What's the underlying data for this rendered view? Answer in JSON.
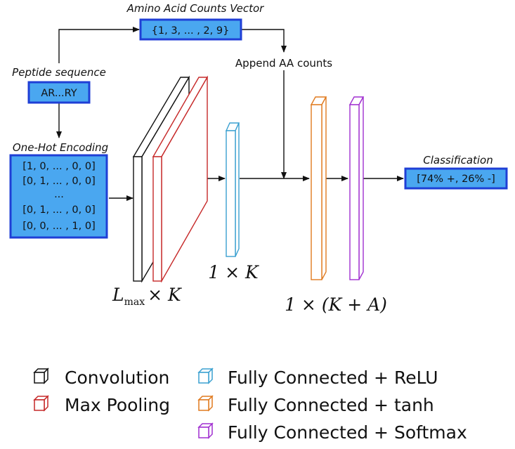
{
  "colors": {
    "box_fill": "#4aa7f0",
    "box_border": "#1f3fd6",
    "convolution": "#111111",
    "max_pooling": "#c62828",
    "fc_relu": "#3aa0d0",
    "fc_tanh": "#e07a1f",
    "fc_softmax": "#a02fd0"
  },
  "labels": {
    "aa_counts_title": "Amino Acid Counts Vector",
    "aa_counts_value": "{1, 3, ... , 2, 9}",
    "peptide_title": "Peptide sequence",
    "peptide_value": "AR...RY",
    "onehot_title": "One-Hot Encoding",
    "onehot_rows": [
      "[1, 0, ... , 0, 0]",
      "[0, 1, ... , 0, 0]",
      "...",
      "[0, 1, ... , 0, 0]",
      "[0, 0, ... , 1, 0]"
    ],
    "append_label": "Append AA counts",
    "classification_title": "Classification",
    "classification_value": "[74% +, 26% -]"
  },
  "dimensions": {
    "conv_dim": "L_max × K",
    "conv_dim_base": "L",
    "conv_dim_sub": "max",
    "conv_dim_rest": "× K",
    "relu_dim": "1 × K",
    "concat_dim": "1 × (K + A)"
  },
  "legend": [
    {
      "label": "Convolution",
      "color": "#111111"
    },
    {
      "label": "Max Pooling",
      "color": "#c62828"
    },
    {
      "label": "Fully Connected + ReLU",
      "color": "#3aa0d0"
    },
    {
      "label": "Fully Connected + tanh",
      "color": "#e07a1f"
    },
    {
      "label": "Fully Connected + Softmax",
      "color": "#a02fd0"
    }
  ]
}
